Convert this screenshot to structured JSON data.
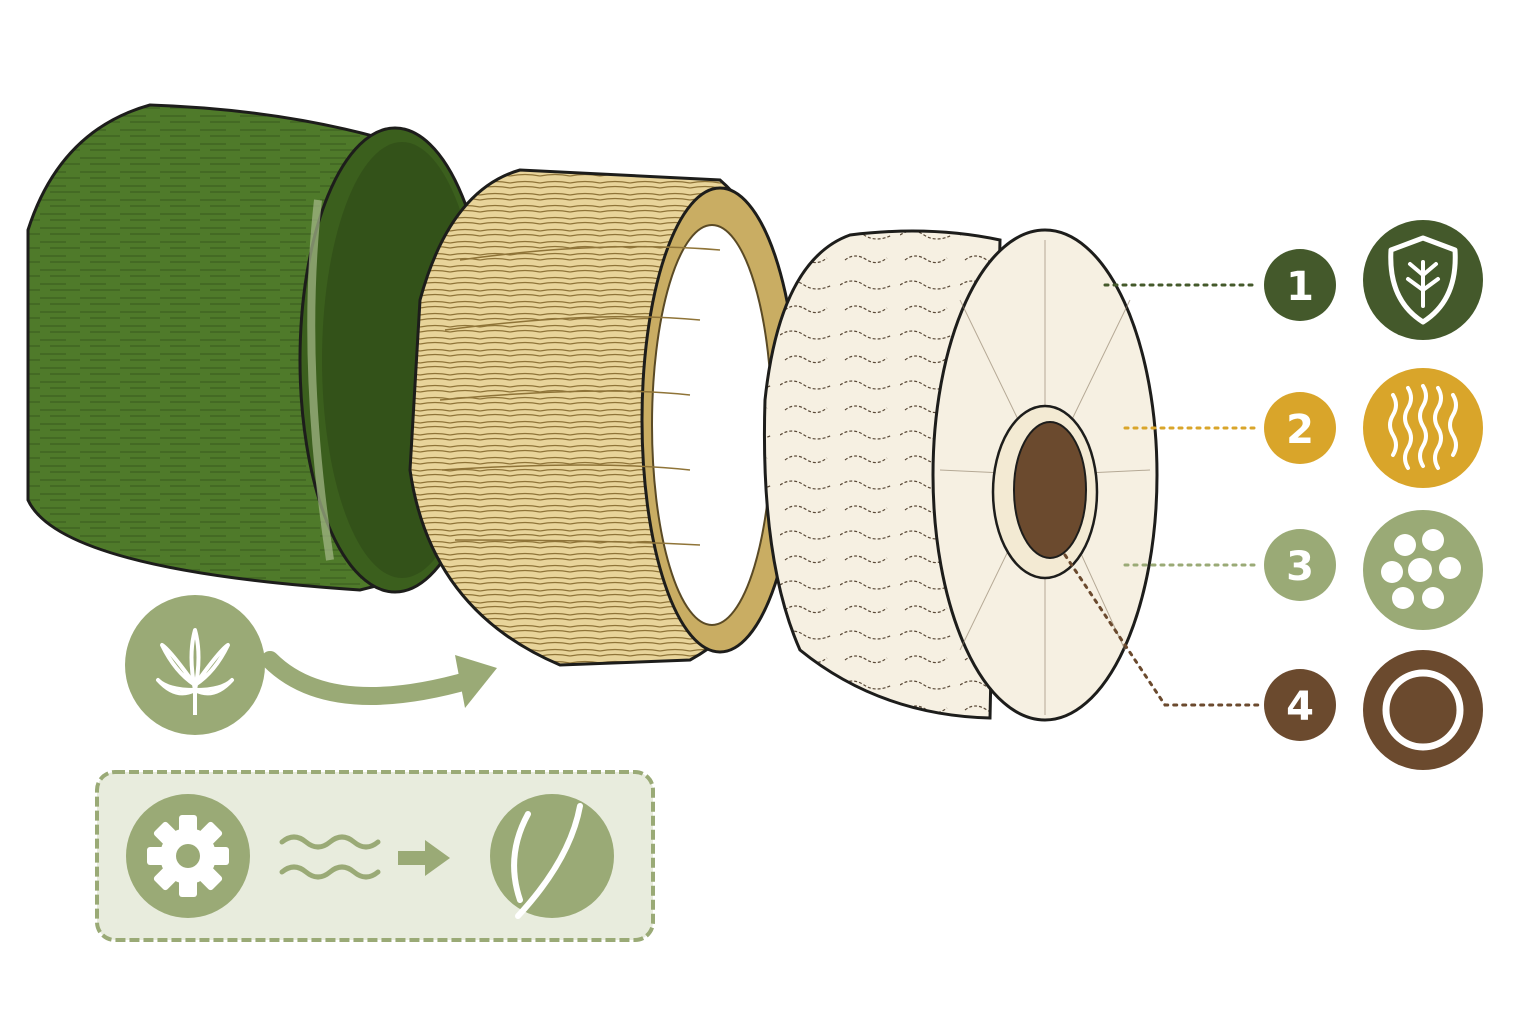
{
  "colors": {
    "outer_green": "#4f7a2a",
    "outer_green_dark": "#3b5f1d",
    "fiber_tan": "#e8d49a",
    "fiber_tan_dark": "#c9ad63",
    "pith_cream": "#f6f0e2",
    "core_brown": "#6b4a2e",
    "sage": "#9aaa76",
    "sage_light": "#e8ecdd",
    "gold": "#d9a52a",
    "forest": "#44592b",
    "ink": "#1d1d1b"
  },
  "layers": [
    {
      "number": "1",
      "icon": "shield-leaf-icon",
      "badge_color": "#44592b"
    },
    {
      "number": "2",
      "icon": "fiber-strands-icon",
      "badge_color": "#d9a52a"
    },
    {
      "number": "3",
      "icon": "cell-cluster-icon",
      "badge_color": "#9aaa76"
    },
    {
      "number": "4",
      "icon": "hollow-core-icon",
      "badge_color": "#6b4a2e"
    }
  ],
  "process": {
    "source_icon": "hemp-leaf-icon",
    "steps": [
      "gear-icon",
      "wave-lines-icon",
      "arrow-right-icon",
      "curved-fiber-icon"
    ]
  }
}
